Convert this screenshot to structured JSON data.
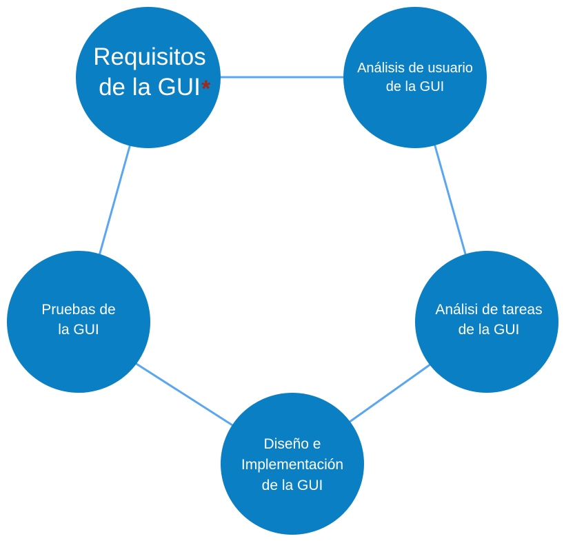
{
  "diagram": {
    "colors": {
      "node_fill": "#0a7fc4",
      "arrow": "#5aa6f0",
      "asterisk": "#9c2b1e",
      "label": "#ffffff"
    },
    "nodes": [
      {
        "id": "req",
        "label": "Requisitos\nde la GUI"
      },
      {
        "id": "usr",
        "label": "Análisis de usuario\nde la GUI"
      },
      {
        "id": "tar",
        "label": "Análisi de tareas\nde la GUI"
      },
      {
        "id": "dis",
        "label": "Diseño e\nImplementación\nde la GUI"
      },
      {
        "id": "pru",
        "label": "Pruebas de\nla GUI"
      }
    ],
    "asterisk": "*",
    "edges": [
      {
        "from": "req",
        "to": "usr"
      },
      {
        "from": "usr",
        "to": "tar"
      },
      {
        "from": "tar",
        "to": "dis"
      },
      {
        "from": "dis",
        "to": "pru"
      },
      {
        "from": "pru",
        "to": "req"
      }
    ]
  }
}
